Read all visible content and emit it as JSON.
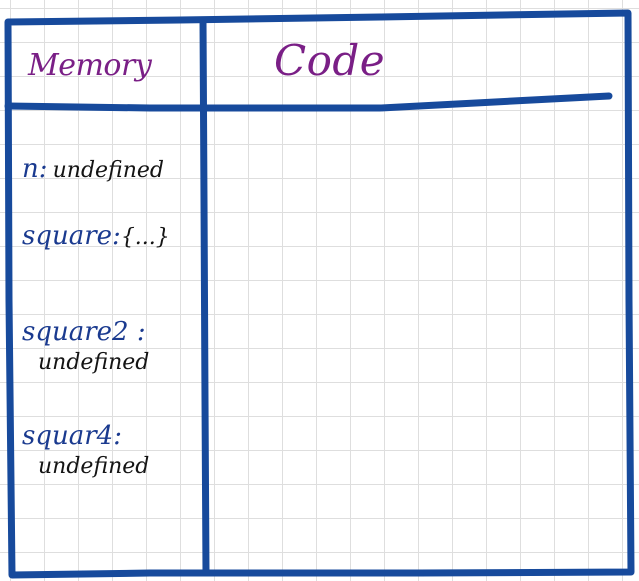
{
  "memory": {
    "title": "Memory",
    "entries": [
      {
        "key": "n:",
        "value": "undefined"
      },
      {
        "key": "square:",
        "value": "{...}"
      },
      {
        "key": "square2 :",
        "value": "undefined"
      },
      {
        "key": "squar4:",
        "value": "undefined"
      }
    ]
  },
  "code": {
    "title": "Code"
  },
  "colors": {
    "frame": "#174a9c",
    "header_text": "#7a1f86",
    "key_text": "#1a3a8f",
    "value_text": "#141414"
  }
}
